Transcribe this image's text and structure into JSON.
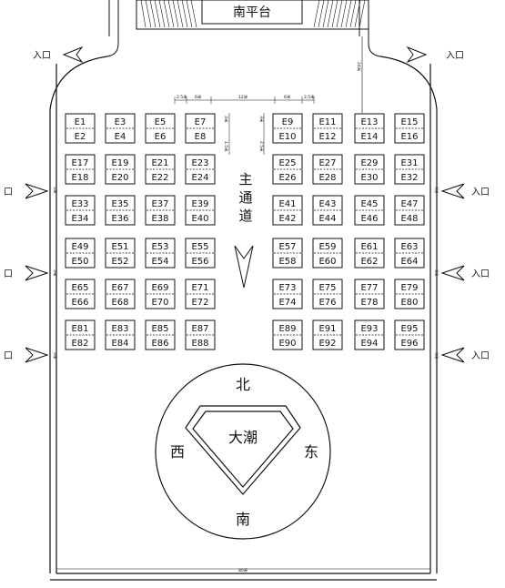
{
  "header": {
    "title": "南平台"
  },
  "entrances": [
    {
      "id": "top-left",
      "label": "入口"
    },
    {
      "id": "top-right",
      "label": "入口"
    },
    {
      "id": "left-1",
      "label": "口"
    },
    {
      "id": "left-2",
      "label": "口"
    },
    {
      "id": "left-3",
      "label": "口"
    },
    {
      "id": "right-1",
      "label": "入口"
    },
    {
      "id": "right-2",
      "label": "入口"
    },
    {
      "id": "right-3",
      "label": "入口"
    }
  ],
  "aisle": {
    "label_1": "主",
    "label_2": "通",
    "label_3": "道"
  },
  "booths": {
    "left": [
      [
        "E1",
        "E2",
        "E3",
        "E4",
        "E5",
        "E6",
        "E7",
        "E8"
      ],
      [
        "E17",
        "E18",
        "E19",
        "E20",
        "E21",
        "E22",
        "E23",
        "E24"
      ],
      [
        "E33",
        "E34",
        "E35",
        "E36",
        "E37",
        "E38",
        "E39",
        "E40"
      ],
      [
        "E49",
        "E50",
        "E51",
        "E52",
        "E53",
        "E54",
        "E55",
        "E56"
      ],
      [
        "E65",
        "E66",
        "E67",
        "E68",
        "E69",
        "E70",
        "E71",
        "E72"
      ],
      [
        "E81",
        "E82",
        "E83",
        "E84",
        "E85",
        "E86",
        "E87",
        "E88"
      ]
    ],
    "right": [
      [
        "E9",
        "E10",
        "E11",
        "E12",
        "E13",
        "E14",
        "E15",
        "E16"
      ],
      [
        "E25",
        "E26",
        "E27",
        "E28",
        "E29",
        "E30",
        "E31",
        "E32"
      ],
      [
        "E41",
        "E42",
        "E43",
        "E44",
        "E45",
        "E46",
        "E47",
        "E48"
      ],
      [
        "E57",
        "E58",
        "E59",
        "E60",
        "E61",
        "E62",
        "E63",
        "E64"
      ],
      [
        "E73",
        "E74",
        "E75",
        "E76",
        "E77",
        "E78",
        "E79",
        "E80"
      ],
      [
        "E89",
        "E90",
        "E91",
        "E92",
        "E93",
        "E94",
        "E95",
        "E96"
      ]
    ]
  },
  "compass": {
    "north": "北",
    "south": "南",
    "west": "西",
    "east": "东",
    "center": "大潮"
  },
  "dimensions": {
    "d_top_1": "2.5米",
    "d_top_2": "6米",
    "d_top_3": "12米",
    "d_top_4": "6米",
    "d_top_5": "2.5米",
    "d_side_1": "3米",
    "d_side_2": "1.5米",
    "d_side_3": "2.5米",
    "d_vert": "24米",
    "d_edge": "3米",
    "d_bottom": "80米"
  }
}
